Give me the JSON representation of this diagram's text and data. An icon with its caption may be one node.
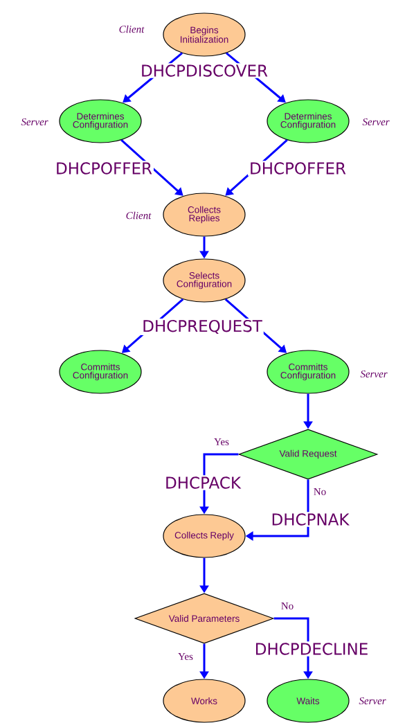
{
  "diagram": {
    "nodes": [
      {
        "text": [
          "Begins Initialization"
        ],
        "beside": [
          "Client"
        ]
      },
      {
        "text": [
          "Determines Configuration"
        ],
        "beside": [
          "Server"
        ]
      },
      {
        "text": [
          "Determines Configuration"
        ],
        "beside": [
          "Server"
        ]
      },
      {
        "text": [
          "Collects Replies"
        ],
        "beside": [
          "Client"
        ]
      },
      {
        "text": [
          "Selects Configuration"
        ]
      },
      {
        "text": [
          "Committs Configuration"
        ]
      },
      {
        "text": [
          "Committs Configuration"
        ],
        "beside": [
          "Server"
        ]
      },
      {
        "text": [
          "Valid Request"
        ]
      },
      {
        "text": [
          "Collects Reply"
        ]
      },
      {
        "text": [
          "Valid Parameters"
        ]
      },
      {
        "text": [
          "Works"
        ]
      },
      {
        "text": [
          "Waits"
        ],
        "beside": [
          "Server"
        ]
      }
    ],
    "edges": [
      {
        "from": 0,
        "to": 1,
        "arrow": "to"
      },
      {
        "from": 0,
        "to": 2,
        "arrow": "to"
      },
      {
        "from": 1,
        "to": 3,
        "arrow": "to",
        "label": "DHCPOFFER"
      },
      {
        "from": 2,
        "to": 3,
        "arrow": "to",
        "label": "DHCPOFFER"
      },
      {
        "from": 3,
        "to": 4,
        "arrow": "to"
      },
      {
        "from": 4,
        "to": 5,
        "arrow": "to"
      },
      {
        "from": 4,
        "to": 6,
        "arrow": "to"
      },
      {
        "from": 6,
        "to": 7,
        "arrow": "to"
      },
      {
        "from": 7,
        "to": 8,
        "arrow": "to",
        "label": "DHCPACK"
      },
      {
        "from": 7,
        "to": 8,
        "arrow": "to",
        "label": "DHCPNAK"
      },
      {
        "from": 8,
        "to": 9,
        "arrow": "to"
      },
      {
        "from": 9,
        "to": 10,
        "arrow": "to",
        "label": "Yes"
      },
      {
        "from": 9,
        "to": 11,
        "arrow": "to",
        "label": "DHCPDECLINE"
      }
    ],
    "labels": [
      "DHCPDISCOVER",
      "DHCPREQUEST",
      "Yes",
      "No",
      "No"
    ]
  }
}
